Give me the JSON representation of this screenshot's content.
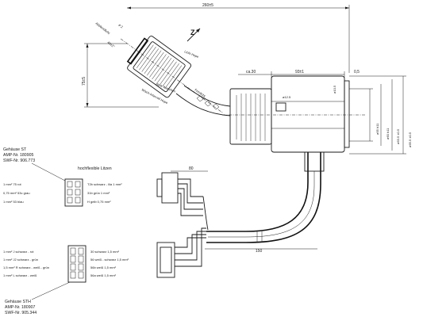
{
  "dimensions": {
    "overall_length": "260±5",
    "switch_diameter": "ø 2",
    "angle_40": "40±2°",
    "height_75": "75±5",
    "offset_ca30": "ca.30",
    "length_93": "93±1",
    "gap_05": "0,5",
    "dia_125": "ø12.5",
    "dia_55": "ø55 h11",
    "dia_105": "ø10.5",
    "dia_60": "ø60 h11",
    "dia_635": "ø63.5 ±0.5",
    "dia_655": "ø65.5 ±0.5",
    "cable_80": "80",
    "cable_150": "150",
    "axis_z": "Z"
  },
  "callouts": {
    "abblendlicht": "Abblendlicht",
    "lichthupe": "Licht Hupe",
    "blinken_waschen": "Blink Waschen",
    "wisch_intervall": "Wisch-Intervall Hupe",
    "fernlicht": "Fernlicht"
  },
  "housing_st": {
    "line1": "Gehäuse ST",
    "line2": "AMP-Nr. 180905",
    "line3": "SWF-Nr. 906.773"
  },
  "housing_sth": {
    "line1": "Gehäuse STH",
    "line2": "AMP-Nr. 180907",
    "line3": "SWF-Nr. 905.344"
  },
  "note_litzen": "hochflexible Litzen",
  "left_wires_st": [
    {
      "text": "1 mm²   75  rot"
    },
    {
      "text": "0,75 mm²  53c  grau"
    },
    {
      "text": "1 mm²   53  blau"
    }
  ],
  "right_wires_st": [
    {
      "text": "T2b  schwarz - lila   1 mm²"
    },
    {
      "text": "31b  grün  1 mm²"
    },
    {
      "text": "H   gelb   0,75 mm²"
    }
  ],
  "left_wires_sth": [
    {
      "text": "1 mm²   J   schwarz - rot"
    },
    {
      "text": "1 mm²   J2  schwarz - grün"
    },
    {
      "text": "1,5 mm²   R   schwarz - weiß - grün"
    },
    {
      "text": "1 mm²   L   schwarz - weiß"
    }
  ],
  "right_wires_sth": [
    {
      "text": "30   schwarz   1,5 mm²"
    },
    {
      "text": "56   weiß - schwarz  1,5 mm²"
    },
    {
      "text": "56b  weiß   1,5 mm²"
    },
    {
      "text": "56a  weiß   1,5 mm²"
    }
  ]
}
